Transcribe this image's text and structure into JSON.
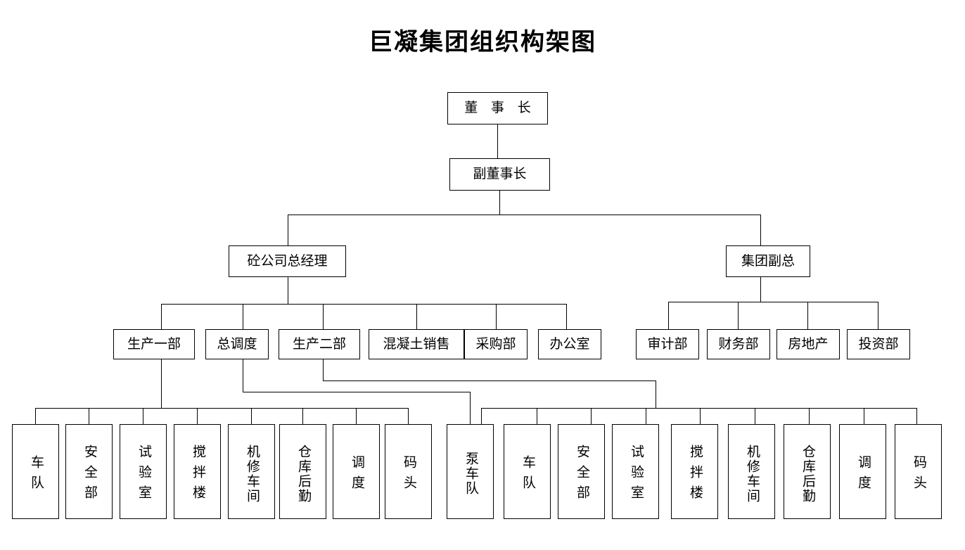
{
  "page": {
    "title": "巨凝集团组织构架图",
    "background_color": "#ffffff",
    "line_color": "#000000",
    "text_color": "#000000"
  },
  "chart_data": {
    "type": "diagram",
    "diagram_kind": "organization-chart",
    "title": "巨凝集团组织构架图",
    "levels": 5,
    "nodes": {
      "chairman": "董 事 长",
      "vice_chairman": "副董事长",
      "concrete_gm": "砼公司总经理",
      "group_vp": "集团副总",
      "left_departments": [
        "生产一部",
        "总调度",
        "生产二部",
        "混凝土销售",
        "采购部",
        "办公室"
      ],
      "right_departments": [
        "审计部",
        "财务部",
        "房地产",
        "投资部"
      ],
      "production_one_units": [
        "车队",
        "安全部",
        "试验室",
        "搅拌楼",
        "机修车间",
        "仓库后勤",
        "调度",
        "码头"
      ],
      "dispatch_units": [
        "泵车队"
      ],
      "production_two_units": [
        "车队",
        "安全部",
        "试验室",
        "搅拌楼",
        "机修车间",
        "仓库后勤",
        "调度",
        "码头"
      ]
    },
    "edges": [
      {
        "from": "董 事 长",
        "to": "副董事长"
      },
      {
        "from": "副董事长",
        "to": "砼公司总经理"
      },
      {
        "from": "副董事长",
        "to": "集团副总"
      },
      {
        "from": "砼公司总经理",
        "to": "生产一部"
      },
      {
        "from": "砼公司总经理",
        "to": "总调度"
      },
      {
        "from": "砼公司总经理",
        "to": "生产二部"
      },
      {
        "from": "砼公司总经理",
        "to": "混凝土销售"
      },
      {
        "from": "砼公司总经理",
        "to": "采购部"
      },
      {
        "from": "砼公司总经理",
        "to": "办公室"
      },
      {
        "from": "集团副总",
        "to": "审计部"
      },
      {
        "from": "集团副总",
        "to": "财务部"
      },
      {
        "from": "集团副总",
        "to": "房地产"
      },
      {
        "from": "集团副总",
        "to": "投资部"
      },
      {
        "from": "生产一部",
        "to": "车队"
      },
      {
        "from": "生产一部",
        "to": "安全部"
      },
      {
        "from": "生产一部",
        "to": "试验室"
      },
      {
        "from": "生产一部",
        "to": "搅拌楼"
      },
      {
        "from": "生产一部",
        "to": "机修车间"
      },
      {
        "from": "生产一部",
        "to": "仓库后勤"
      },
      {
        "from": "生产一部",
        "to": "调度"
      },
      {
        "from": "生产一部",
        "to": "码头"
      },
      {
        "from": "总调度",
        "to": "泵车队"
      },
      {
        "from": "生产二部",
        "to": "车队"
      },
      {
        "from": "生产二部",
        "to": "安全部"
      },
      {
        "from": "生产二部",
        "to": "试验室"
      },
      {
        "from": "生产二部",
        "to": "搅拌楼"
      },
      {
        "from": "生产二部",
        "to": "机修车间"
      },
      {
        "from": "生产二部",
        "to": "仓库后勤"
      },
      {
        "from": "生产二部",
        "to": "调度"
      },
      {
        "from": "生产二部",
        "to": "码头"
      }
    ]
  },
  "boxes": {
    "chairman": {
      "label": "董 事 长"
    },
    "vice_chairman": {
      "label": "副董事长"
    },
    "concrete_gm": {
      "label": "砼公司总经理"
    },
    "group_vp": {
      "label": "集团副总"
    },
    "dept_l1": {
      "label": "生产一部"
    },
    "dept_l2": {
      "label": "总调度"
    },
    "dept_l3": {
      "label": "生产二部"
    },
    "dept_l4": {
      "label": "混凝土销售"
    },
    "dept_l5": {
      "label": "采购部"
    },
    "dept_l6": {
      "label": "办公室"
    },
    "dept_r1": {
      "label": "审计部"
    },
    "dept_r2": {
      "label": "财务部"
    },
    "dept_r3": {
      "label": "房地产"
    },
    "dept_r4": {
      "label": "投资部"
    },
    "unit_a1": {
      "label": "车队"
    },
    "unit_a2": {
      "label": "安全部"
    },
    "unit_a3": {
      "label": "试验室"
    },
    "unit_a4": {
      "label": "搅拌楼"
    },
    "unit_a5": {
      "label": "机修车间"
    },
    "unit_a6": {
      "label": "仓库后勤"
    },
    "unit_a7": {
      "label": "调度"
    },
    "unit_a8": {
      "label": "码头"
    },
    "unit_b1": {
      "label": "泵车队"
    },
    "unit_c1": {
      "label": "车队"
    },
    "unit_c2": {
      "label": "安全部"
    },
    "unit_c3": {
      "label": "试验室"
    },
    "unit_c4": {
      "label": "搅拌楼"
    },
    "unit_c5": {
      "label": "机修车间"
    },
    "unit_c6": {
      "label": "仓库后勤"
    },
    "unit_c7": {
      "label": "调度"
    },
    "unit_c8": {
      "label": "码头"
    }
  }
}
